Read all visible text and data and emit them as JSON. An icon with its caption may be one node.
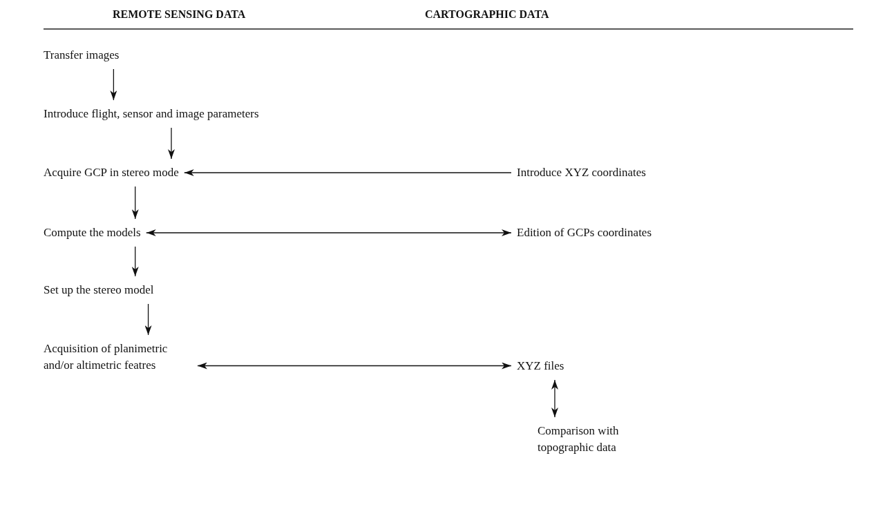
{
  "diagram": {
    "nodes": [
      {
        "text": [
          "Transfer images"
        ]
      },
      {
        "text": [
          "Introduce flight, sensor and image parameters"
        ]
      },
      {
        "text": [
          "Acquire GCP in stereo mode"
        ]
      },
      {
        "text": [
          "Compute the models"
        ]
      },
      {
        "text": [
          "Set up the stereo model"
        ]
      },
      {
        "text": [
          "Acquisition of planimetric and/or altimetric featres"
        ]
      },
      {
        "text": [
          "Introduce XYZ coordinates"
        ]
      },
      {
        "text": [
          "Edition of GCPs coordinates"
        ]
      },
      {
        "text": [
          "XYZ files"
        ]
      },
      {
        "text": [
          "Comparison with topographic data"
        ]
      }
    ],
    "edges": [
      {
        "from": 0,
        "to": 1,
        "arrow": "to"
      },
      {
        "from": 1,
        "to": 2,
        "arrow": "to"
      },
      {
        "from": 2,
        "to": 3,
        "arrow": "to"
      },
      {
        "from": 3,
        "to": 4,
        "arrow": "to"
      },
      {
        "from": 4,
        "to": 5,
        "arrow": "to"
      },
      {
        "from": 6,
        "to": 2,
        "arrow": "to"
      },
      {
        "from": 3,
        "to": 7,
        "arrow": "both"
      },
      {
        "from": 5,
        "to": 8,
        "arrow": "both"
      },
      {
        "from": 8,
        "to": 9,
        "arrow": "both"
      }
    ],
    "labels": [
      "REMOTE SENSING DATA",
      "CARTOGRAPHIC DATA"
    ]
  }
}
